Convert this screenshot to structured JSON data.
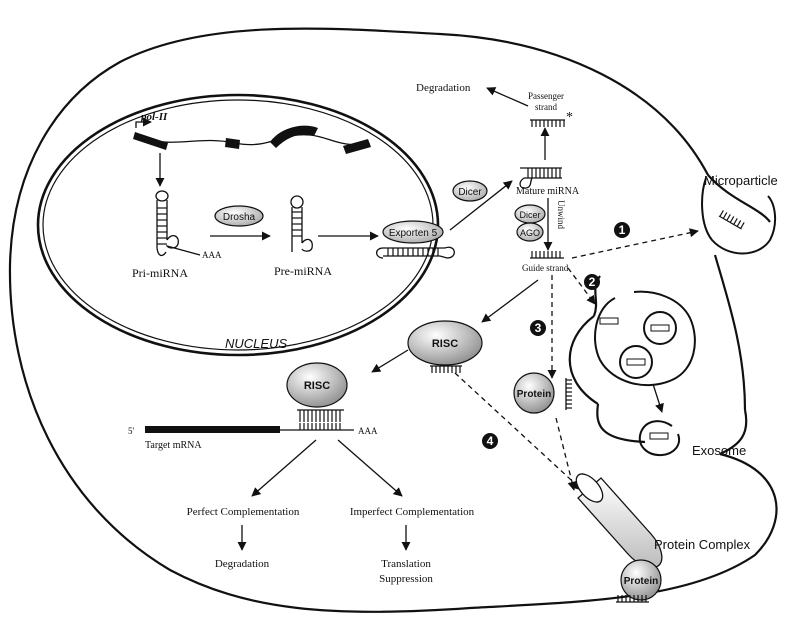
{
  "labels": {
    "pol_ii": "pol-II",
    "pri_mirna": "Pri-miRNA",
    "aaa_pri": "AAA",
    "drosha": "Drosha",
    "pre_mirna": "Pre-miRNA",
    "exporten": "Exporten 5",
    "nucleus": "NUCLEUS",
    "dicer_top": "Dicer",
    "degradation_top": "Degradation",
    "passenger_line1": "Passenger",
    "passenger_line2": "strand",
    "star": "*",
    "mature_mirna": "Mature miRNA",
    "dicer_unwind": "Dicer",
    "ago": "AGO",
    "unwind": "Unwind",
    "guide_strand": "Guide strand",
    "microparticle": "Microparticle",
    "exosome": "Exosome",
    "risc_upper": "RISC",
    "risc_lower": "RISC",
    "protein_mid": "Protein",
    "protein_bottom": "Protein",
    "protein_complex": "Protein Complex",
    "five_prime": "5'",
    "aaa_target": "AAA",
    "target_mrna": "Target mRNA",
    "perfect": "Perfect Complementation",
    "imperfect": "Imperfect Complementation",
    "degradation_bottom": "Degradation",
    "translation_line1": "Translation",
    "translation_line2": "Suppression",
    "step1": "1",
    "step2": "2",
    "step3": "3",
    "step4": "4"
  }
}
